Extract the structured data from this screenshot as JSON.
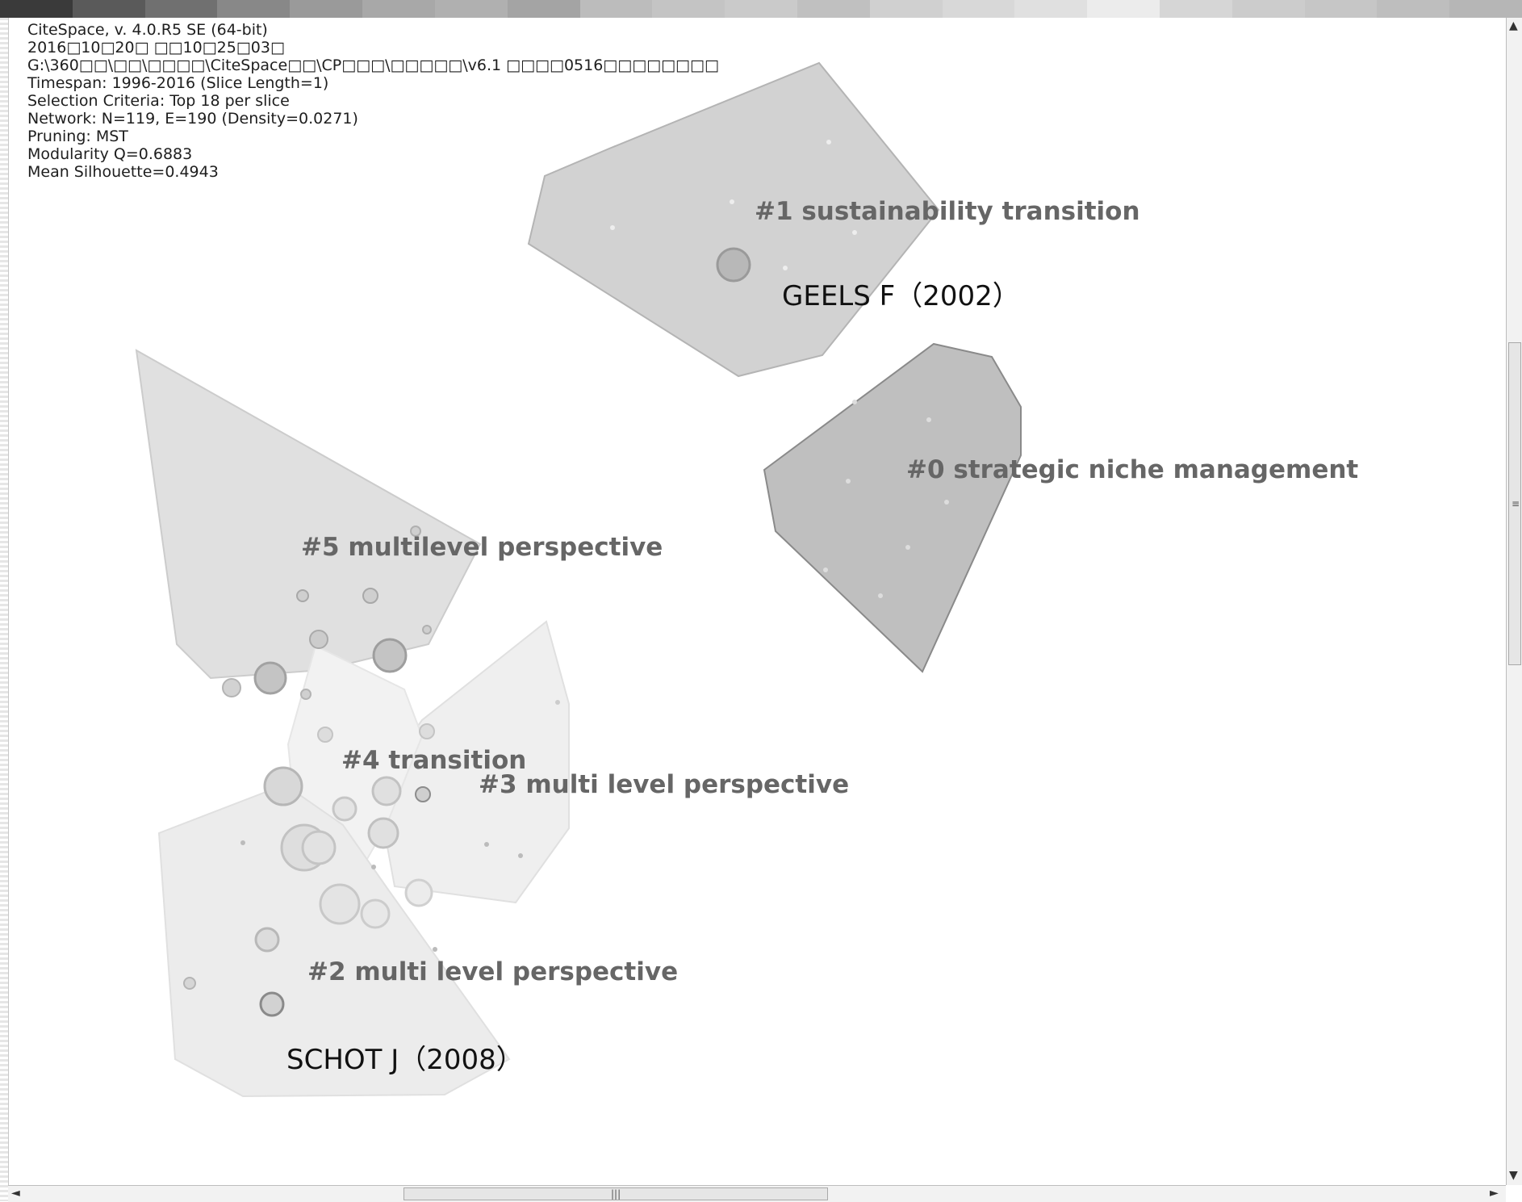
{
  "info_lines": [
    "CiteSpace, v. 4.0.R5 SE (64-bit)",
    "2016□10□20□ □□10□25□03□",
    "G:\\360□□\\□□\\□□□□\\CiteSpace□□\\CP□□□\\□□□□□\\v6.1 □□□□0516□□□□□□□□",
    "Timespan: 1996-2016 (Slice Length=1)",
    "Selection Criteria: Top 18 per slice",
    "Network: N=119, E=190 (Density=0.0271)",
    "Pruning: MST",
    "Modularity Q=0.6883",
    "Mean Silhouette=0.4943"
  ],
  "clusters": {
    "c0": "#0 strategic niche management",
    "c1": "#1 sustainability transition",
    "c2": "#2 multi level perspective",
    "c3": "#3 multi level perspective",
    "c4": "#4 transition",
    "c5": "#5 multilevel perspective"
  },
  "node_labels": {
    "geels": "GEELS F（2002）",
    "schot": "SCHOT J（2008）"
  },
  "colorbar_colors": [
    "#3a3a3a",
    "#5a5a5a",
    "#707070",
    "#888888",
    "#9a9a9a",
    "#a8a8a8",
    "#b0b0b0",
    "#a4a4a4",
    "#bcbcbc",
    "#c4c4c4",
    "#cacaca",
    "#c0c0c0",
    "#d0d0d0",
    "#d8d8d8",
    "#e0e0e0",
    "#ececec",
    "#d6d6d6",
    "#cccccc",
    "#c6c6c6",
    "#bebebe",
    "#b6b6b6"
  ],
  "scrollbars": {
    "up_arrow": "▲",
    "down_arrow": "▼",
    "left_arrow": "◄",
    "right_arrow": "►",
    "vgrip": "≡",
    "hgrip": "|||"
  }
}
